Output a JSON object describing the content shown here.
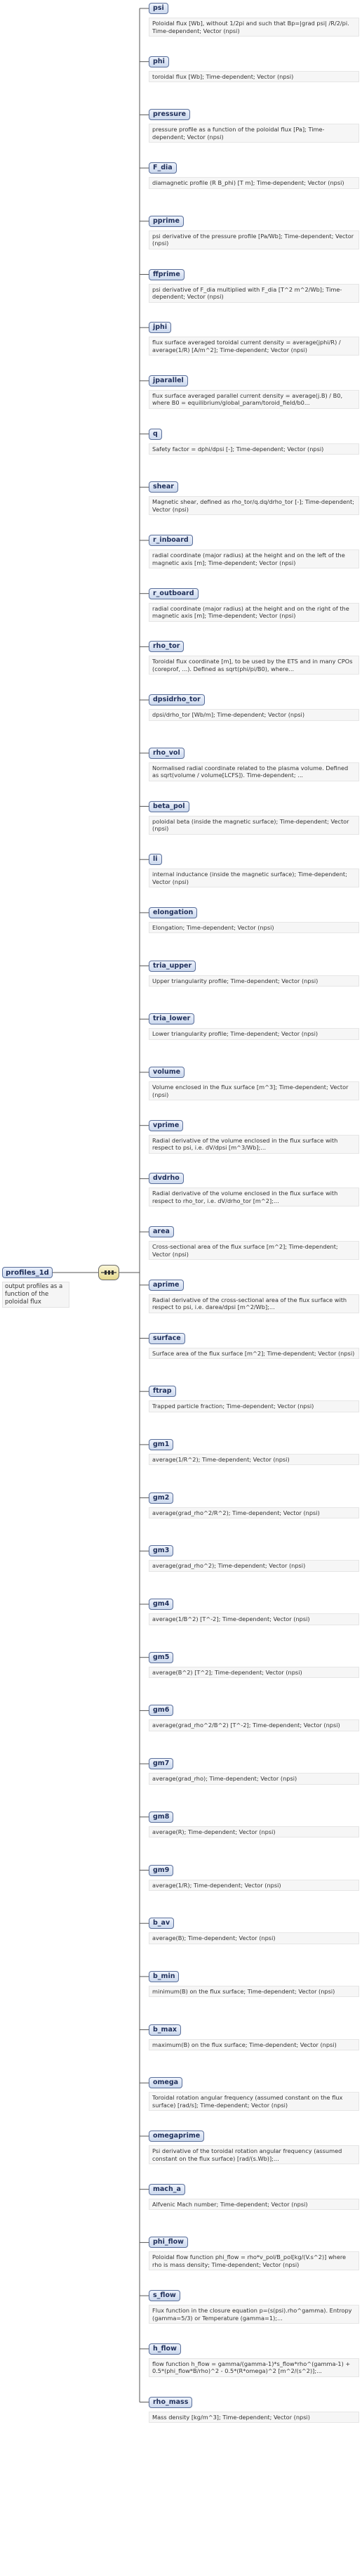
{
  "root": {
    "name": "profiles_1d",
    "doc": "output profiles as a function of the poloidal flux"
  },
  "children": [
    {
      "name": "psi",
      "doc": "Poloidal flux [Wb], without 1/2pi and such that Bp=|grad psi| /R/2/pi. Time-dependent; Vector (npsi)"
    },
    {
      "name": "phi",
      "doc": "toroidal flux [Wb]; Time-dependent; Vector (npsi)"
    },
    {
      "name": "pressure",
      "doc": "pressure profile as a function of the poloidal flux [Pa]; Time-dependent; Vector (npsi)"
    },
    {
      "name": "F_dia",
      "doc": "diamagnetic profile (R B_phi) [T m]; Time-dependent; Vector (npsi)"
    },
    {
      "name": "pprime",
      "doc": "psi derivative of the pressure profile [Pa/Wb]; Time-dependent; Vector (npsi)"
    },
    {
      "name": "ffprime",
      "doc": "psi derivative of F_dia multiplied with F_dia [T^2 m^2/Wb]; Time-dependent; Vector (npsi)"
    },
    {
      "name": "jphi",
      "doc": "flux surface averaged toroidal current density = average(jphi/R) / average(1/R) [A/m^2]; Time-dependent; Vector (npsi)"
    },
    {
      "name": "jparallel",
      "doc": "flux surface averaged parallel current density = average(j.B) / B0, where B0 = equilibrium/global_param/toroid_field/b0..."
    },
    {
      "name": "q",
      "doc": "Safety factor = dphi/dpsi [-]; Time-dependent; Vector (npsi)"
    },
    {
      "name": "shear",
      "doc": "Magnetic shear, defined as rho_tor/q.dq/drho_tor [-]; Time-dependent; Vector (npsi)"
    },
    {
      "name": "r_inboard",
      "doc": "radial coordinate (major radius) at the height and on the left of the magnetic axis [m]; Time-dependent; Vector (npsi)"
    },
    {
      "name": "r_outboard",
      "doc": "radial coordinate (major radius) at the height and on the right of the magnetic axis [m]; Time-dependent; Vector (npsi)"
    },
    {
      "name": "rho_tor",
      "doc": "Toroidal flux coordinate [m], to be used by the ETS and in many CPOs (coreprof, ...). Defined as sqrt(phi/pi/B0), where..."
    },
    {
      "name": "dpsidrho_tor",
      "doc": "dpsi/drho_tor [Wb/m]; Time-dependent; Vector (npsi)"
    },
    {
      "name": "rho_vol",
      "doc": "Normalised radial coordinate related to the plasma volume. Defined as sqrt(volume / volume[LCFS]). Time-dependent; ..."
    },
    {
      "name": "beta_pol",
      "doc": "poloidal beta (inside the magnetic surface); Time-dependent; Vector (npsi)"
    },
    {
      "name": "li",
      "doc": "internal inductance (inside the magnetic surface); Time-dependent; Vector (npsi)"
    },
    {
      "name": "elongation",
      "doc": "Elongation; Time-dependent; Vector (npsi)"
    },
    {
      "name": "tria_upper",
      "doc": "Upper triangularity profile; Time-dependent; Vector (npsi)"
    },
    {
      "name": "tria_lower",
      "doc": "Lower triangularity profile; Time-dependent; Vector (npsi)"
    },
    {
      "name": "volume",
      "doc": "Volume enclosed in the flux surface [m^3]; Time-dependent; Vector (npsi)"
    },
    {
      "name": "vprime",
      "doc": "Radial derivative of the volume enclosed in the flux surface with respect to psi, i.e. dV/dpsi [m^3/Wb];..."
    },
    {
      "name": "dvdrho",
      "doc": "Radial derivative of the volume enclosed in the flux surface with respect to rho_tor, i.e. dV/drho_tor [m^2];..."
    },
    {
      "name": "area",
      "doc": "Cross-sectional area of the flux surface [m^2]; Time-dependent; Vector (npsi)"
    },
    {
      "name": "aprime",
      "doc": "Radial derivative of the cross-sectional area of the flux surface with respect to psi, i.e. darea/dpsi [m^2/Wb];..."
    },
    {
      "name": "surface",
      "doc": "Surface area of the flux surface [m^2]; Time-dependent; Vector (npsi)"
    },
    {
      "name": "ftrap",
      "doc": "Trapped particle fraction; Time-dependent; Vector (npsi)"
    },
    {
      "name": "gm1",
      "doc": "average(1/R^2); Time-dependent; Vector (npsi)"
    },
    {
      "name": "gm2",
      "doc": "average(grad_rho^2/R^2); Time-dependent; Vector (npsi)"
    },
    {
      "name": "gm3",
      "doc": "average(grad_rho^2); Time-dependent; Vector (npsi)"
    },
    {
      "name": "gm4",
      "doc": "average(1/B^2) [T^-2]; Time-dependent; Vector (npsi)"
    },
    {
      "name": "gm5",
      "doc": "average(B^2) [T^2]; Time-dependent; Vector (npsi)"
    },
    {
      "name": "gm6",
      "doc": "average(grad_rho^2/B^2) [T^-2]; Time-dependent; Vector (npsi)"
    },
    {
      "name": "gm7",
      "doc": "average(grad_rho); Time-dependent; Vector (npsi)"
    },
    {
      "name": "gm8",
      "doc": "average(R); Time-dependent; Vector (npsi)"
    },
    {
      "name": "gm9",
      "doc": "average(1/R); Time-dependent; Vector (npsi)"
    },
    {
      "name": "b_av",
      "doc": "average(B); Time-dependent; Vector (npsi)"
    },
    {
      "name": "b_min",
      "doc": "minimum(B) on the flux surface; Time-dependent; Vector (npsi)"
    },
    {
      "name": "b_max",
      "doc": "maximum(B) on the flux surface; Time-dependent; Vector (npsi)"
    },
    {
      "name": "omega",
      "doc": "Toroidal rotation angular frequency (assumed constant on the flux surface) [rad/s]; Time-dependent; Vector (npsi)"
    },
    {
      "name": "omegaprime",
      "doc": "Psi derivative of the toroidal rotation angular frequency (assumed constant on the flux surface) [rad/(s.Wb)];..."
    },
    {
      "name": "mach_a",
      "doc": "Alfvenic Mach number; Time-dependent; Vector (npsi)"
    },
    {
      "name": "phi_flow",
      "doc": "Poloidal flow function phi_flow = rho*v_pol/B_pol[kg/(V.s^2)] where rho is mass density; Time-dependent; Vector (npsi)"
    },
    {
      "name": "s_flow",
      "doc": "Flux function in the closure equation p=(s(psi).rho^gamma). Entropy (gamma=5/3) or Temperature (gamma=1);..."
    },
    {
      "name": "h_flow",
      "doc": "flow function h_flow = gamma/(gamma-1)*s_flow*rho^(gamma-1) + 0.5*(phi_flow*B/rho)^2 - 0.5*(R*omega)^2 [m^2/(s^2)];..."
    },
    {
      "name": "rho_mass",
      "doc": "Mass density [kg/m^3]; Time-dependent; Vector (npsi)"
    }
  ]
}
